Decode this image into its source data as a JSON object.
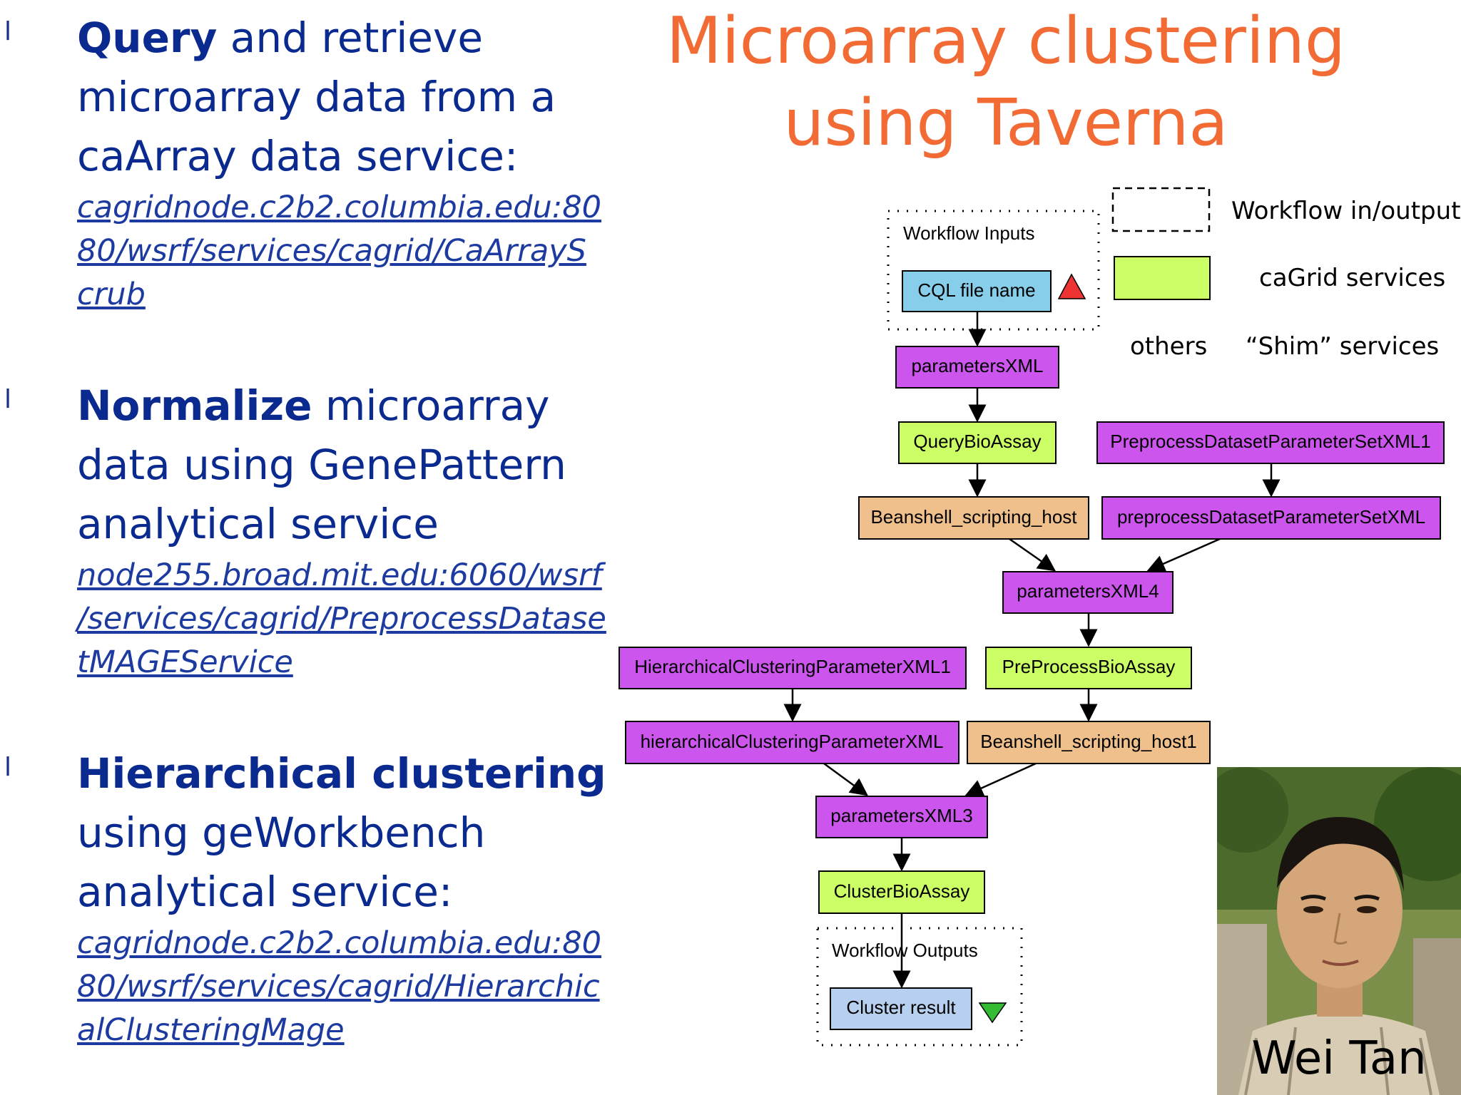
{
  "title": {
    "line1": "Microarray clustering",
    "line2": "using Taverna"
  },
  "bullets": [
    {
      "marker": "l",
      "bold": "Query",
      "rest_line1": " and retrieve",
      "line2": "microarray data from a",
      "line3": "caArray data service:",
      "link_lines": [
        "cagridnode.c2b2.columbia.edu:80",
        "80/wsrf/services/cagrid/CaArrayS",
        "crub"
      ]
    },
    {
      "marker": "l",
      "bold": "Normalize",
      "rest_line1": " microarray",
      "line2": "data using GenePattern",
      "line3": "analytical service",
      "link_lines": [
        "node255.broad.mit.edu:6060/wsrf",
        "/services/cagrid/PreprocessDatase",
        "tMAGEService"
      ]
    },
    {
      "marker": "l",
      "bold": "Hierarchical clustering",
      "rest_line1": "",
      "line2": "using geWorkbench",
      "line3": "analytical service:",
      "link_lines": [
        "cagridnode.c2b2.columbia.edu:80",
        "80/wsrf/services/cagrid/Hierarchic",
        "alClusteringMage"
      ]
    }
  ],
  "legend": {
    "io_label": "Workflow in/output",
    "cagrid_label": "caGrid services",
    "others_label": "others",
    "shim_label": "“Shim” services"
  },
  "workflow": {
    "inputs_label": "Workflow Inputs",
    "outputs_label": "Workflow Outputs",
    "nodes": {
      "cql": "CQL file name",
      "paramsXML": "parametersXML",
      "queryBioAssay": "QueryBioAssay",
      "preprocessSet1": "PreprocessDatasetParameterSetXML1",
      "beanshell": "Beanshell_scripting_host",
      "preprocessSet": "preprocessDatasetParameterSetXML",
      "paramsXML4": "parametersXML4",
      "hierParam1": "HierarchicalClusteringParameterXML1",
      "preProcessBioAssay": "PreProcessBioAssay",
      "hierParam": "hierarchicalClusteringParameterXML",
      "beanshell1": "Beanshell_scripting_host1",
      "paramsXML3": "parametersXML3",
      "clusterBioAssay": "ClusterBioAssay",
      "clusterResult": "Cluster result"
    }
  },
  "colors": {
    "title": "#f26b35",
    "text": "#0a2a8f",
    "io_node": "#87ceeb",
    "cagrid": "#ccff66",
    "shim": "#cc55ee",
    "others": "#f0c08c",
    "output_node": "#b8d0f0"
  },
  "photo": {
    "caption": "Wei Tan"
  }
}
